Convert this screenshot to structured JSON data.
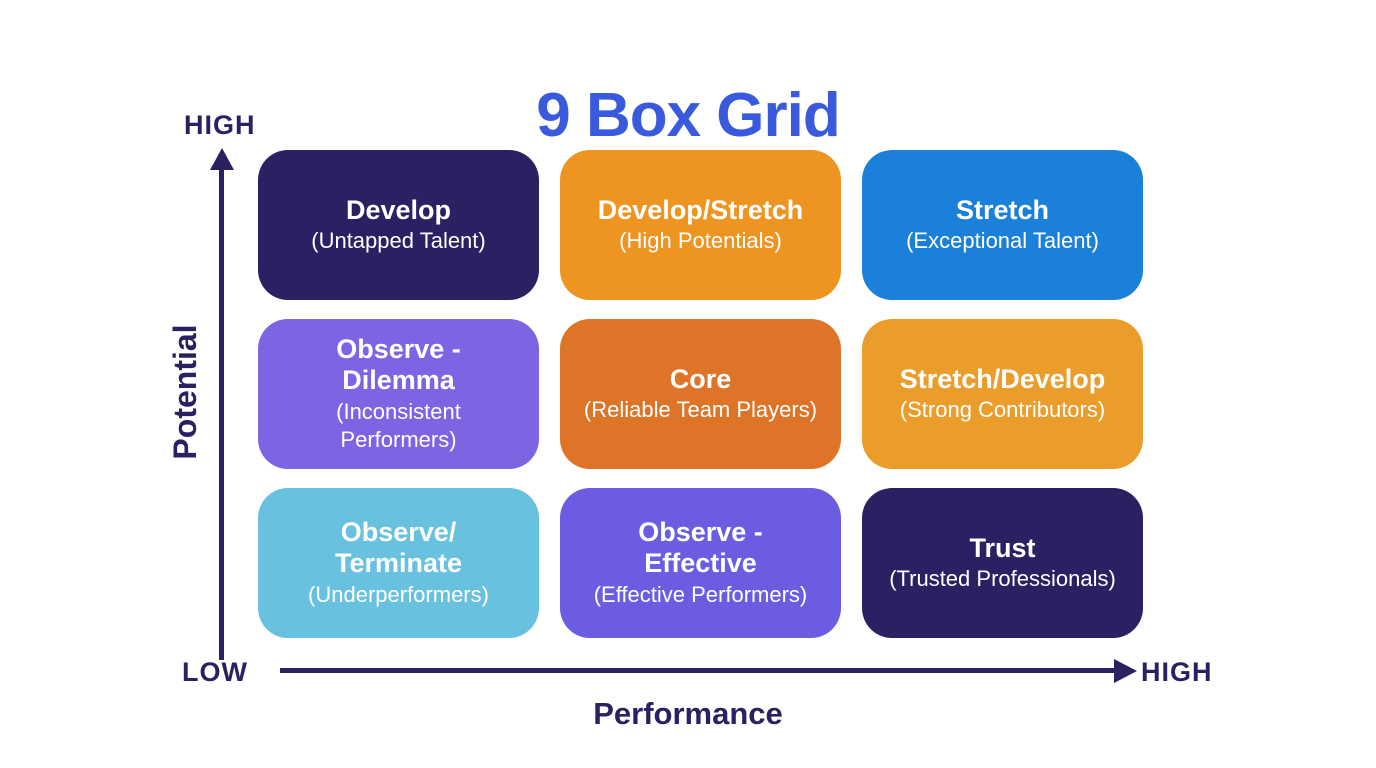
{
  "title": "9 Box Grid",
  "colors": {
    "title": "#3a5add",
    "axis": "#2a2163"
  },
  "axes": {
    "y": {
      "label": "Potential",
      "top_label": "HIGH"
    },
    "x": {
      "label": "Performance",
      "left_label": "LOW",
      "right_label": "HIGH"
    }
  },
  "grid": {
    "cells": [
      {
        "title": "Develop",
        "subtitle": "(Untapped Talent)",
        "color": "#2a2163"
      },
      {
        "title": "Develop/Stretch",
        "subtitle": "(High Potentials)",
        "color": "#ee9420"
      },
      {
        "title": "Stretch",
        "subtitle": "(Exceptional Talent)",
        "color": "#1b80d9"
      },
      {
        "title": "Observe -\nDilemma",
        "subtitle": "(Inconsistent\nPerformers)",
        "color": "#7c64e3"
      },
      {
        "title": "Core",
        "subtitle": "(Reliable Team Players)",
        "color": "#de7428"
      },
      {
        "title": "Stretch/Develop",
        "subtitle": "(Strong Contributors)",
        "color": "#eb9d2b"
      },
      {
        "title": "Observe/\nTerminate",
        "subtitle": "(Underperformers)",
        "color": "#69c1e0"
      },
      {
        "title": "Observe -\nEffective",
        "subtitle": "(Effective Performers)",
        "color": "#6b5ce1"
      },
      {
        "title": "Trust",
        "subtitle": "(Trusted Professionals)",
        "color": "#2a2163"
      }
    ]
  }
}
